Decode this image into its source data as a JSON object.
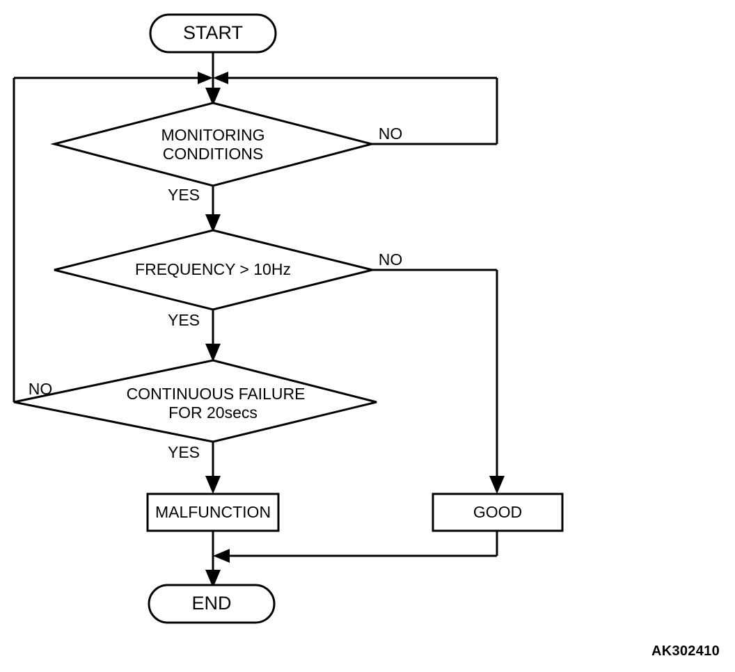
{
  "diagram": {
    "type": "flowchart",
    "reference_code": "AK302410",
    "nodes": {
      "start": {
        "label": "START",
        "shape": "terminator"
      },
      "decision1": {
        "label_line1": "MONITORING",
        "label_line2": "CONDITIONS",
        "shape": "decision"
      },
      "decision2": {
        "label_line1": "FREQUENCY > 10Hz",
        "shape": "decision"
      },
      "decision3": {
        "label_line1": "CONTINUOUS FAILURE",
        "label_line2": "FOR 20secs",
        "shape": "decision"
      },
      "malfunction": {
        "label": "MALFUNCTION",
        "shape": "process"
      },
      "good": {
        "label": "GOOD",
        "shape": "process"
      },
      "end": {
        "label": "END",
        "shape": "terminator"
      }
    },
    "edge_labels": {
      "d1_no": "NO",
      "d1_yes": "YES",
      "d2_no": "NO",
      "d2_yes": "YES",
      "d3_no": "NO",
      "d3_yes": "YES"
    },
    "colors": {
      "stroke": "#000000",
      "fill": "#ffffff",
      "text": "#000000"
    }
  }
}
